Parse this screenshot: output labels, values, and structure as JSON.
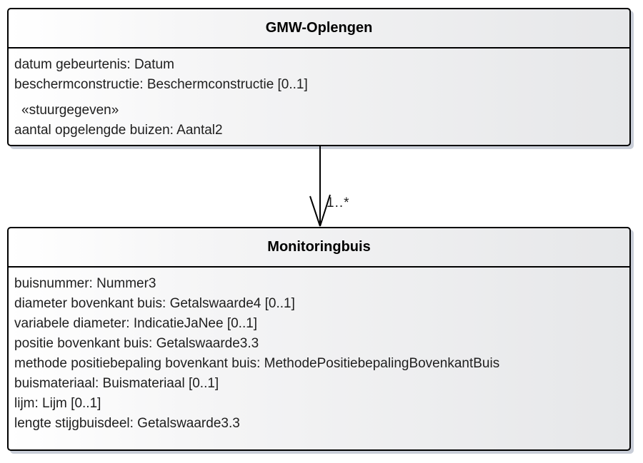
{
  "diagram": {
    "type": "uml-class-diagram",
    "classes": [
      {
        "name": "GMW-Oplengen",
        "attributes": [
          "datum gebeurtenis: Datum",
          "beschermconstructie: Beschermconstructie [0..1]"
        ],
        "stereotype": "«stuurgegeven»",
        "stereotype_attributes": [
          "aantal opgelengde buizen: Aantal2"
        ]
      },
      {
        "name": "Monitoringbuis",
        "attributes": [
          "buisnummer: Nummer3",
          "diameter bovenkant buis: Getalswaarde4 [0..1]",
          "variabele diameter: IndicatieJaNee [0..1]",
          "positie bovenkant buis: Getalswaarde3.3",
          "methode positiebepaling bovenkant buis: MethodePositiebepalingBovenkantBuis",
          "buismateriaal: Buismateriaal [0..1]",
          "lijm: Lijm [0..1]",
          "lengte stijgbuisdeel: Getalswaarde3.3"
        ]
      }
    ],
    "association": {
      "from": "GMW-Oplengen",
      "to": "Monitoringbuis",
      "multiplicity_label": "1..*"
    },
    "colors": {
      "background": "#ffffff",
      "box_gradient_start": "#ffffff",
      "box_gradient_end": "#e6e7e9",
      "border": "#000000",
      "shadow": "#c9ced8",
      "text": "#1e1e1e"
    }
  }
}
